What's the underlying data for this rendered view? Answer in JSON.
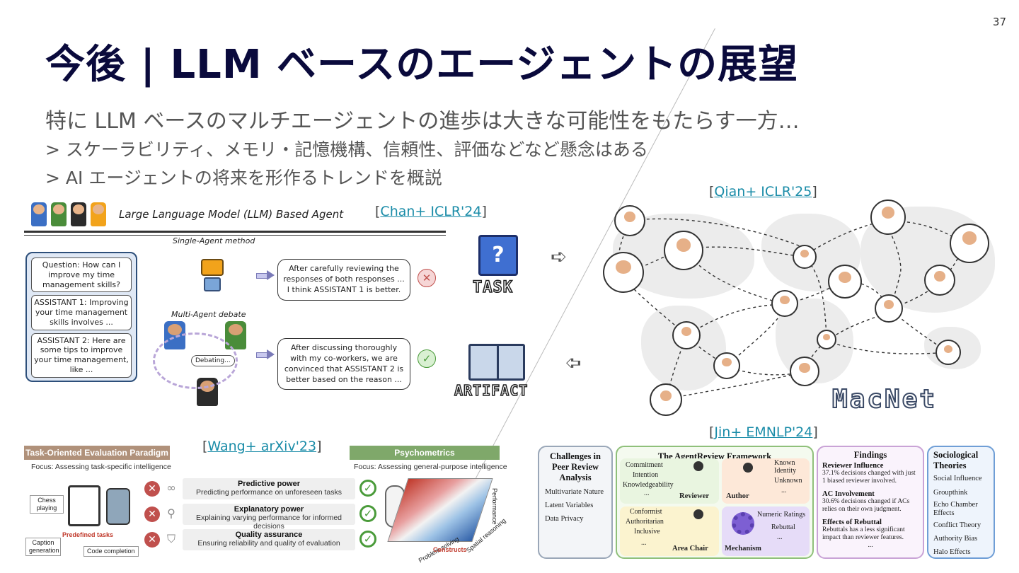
{
  "slide": {
    "number": "37",
    "title": "今後 | LLM ベースのエージェントの展望",
    "lead": "特に LLM ベースのマルチエージェントの進歩は大きな可能性をもたらす一方…",
    "bullets": [
      "> スケーラビリティ、メモリ・記憶機構、信頼性、評価などなど懸念はある",
      "> AI エージェントの将来を形作るトレンドを概説"
    ]
  },
  "citations": {
    "chan": {
      "open": "[",
      "text": "Chan+ ICLR'24",
      "close": "]"
    },
    "qian": {
      "open": "[",
      "text": "Qian+ ICLR'25",
      "close": "]"
    },
    "wang": {
      "open": "[",
      "text": "Wang+ arXiv'23",
      "close": "]"
    },
    "jin": {
      "open": "[",
      "text": "Jin+ EMNLP'24",
      "close": "]"
    }
  },
  "chan_figure": {
    "title": "Large Language Model (LLM) Based Agent",
    "single_label": "Single-Agent method",
    "multi_label": "Multi-Agent debate",
    "debating": "Debating...",
    "question": "Question: How can I improve my time management skills?",
    "assistant1": "ASSISTANT 1: Improving your time management skills involves ...",
    "assistant2": "ASSISTANT 2: Here are some tips to improve your time management, like ...",
    "single_result": "After carefully reviewing the responses of both responses ... I think ASSISTANT 1 is better.",
    "multi_result": "After discussing thoroughly with my co-workers, we are convinced that ASSISTANT 2 is better based on the reason ..."
  },
  "task_artifact": {
    "task": "TASK",
    "artifact": "ARTIFACT",
    "task_glyph": "?"
  },
  "macnet": {
    "label": "MacNet"
  },
  "wang_figure": {
    "left_header": "Task-Oriented Evaluation Paradigm",
    "left_focus": "Focus: Assessing task-specific intelligence",
    "right_header": "Psychometrics",
    "right_focus": "Focus: Assessing general-purpose intelligence",
    "tags": [
      "Chess playing",
      "Predefined tasks",
      "Caption generation",
      "Code completion"
    ],
    "rows": [
      {
        "title": "Predictive power",
        "text": "Predicting performance on unforeseen tasks"
      },
      {
        "title": "Explanatory power",
        "text": "Explaining varying performance for informed decisions"
      },
      {
        "title": "Quality assurance",
        "text": "Ensuring reliability and quality of evaluation"
      }
    ],
    "axis_performance": "Performance",
    "axis_problem": "Problem solving",
    "axis_spatial": "Spatial reasoning",
    "axis_constructs": "Constructs"
  },
  "jin_figure": {
    "challenges": {
      "title": "Challenges in Peer Review Analysis",
      "items": [
        "Multivariate Nature",
        "Latent Variables",
        "Data Privacy"
      ]
    },
    "framework": {
      "title": "The AgentReview Framework",
      "reviewer": {
        "label": "Reviewer",
        "traits": [
          "Commitment",
          "Intention",
          "Knowledgeability",
          "..."
        ]
      },
      "author": {
        "label": "Author",
        "traits": [
          "Known Identity",
          "Unknown",
          "..."
        ]
      },
      "area_chair": {
        "label": "Area Chair",
        "traits": [
          "Conformist",
          "Authoritarian",
          "Inclusive",
          "..."
        ]
      },
      "mechanism": {
        "label": "Mechanism",
        "traits": [
          "Numeric Ratings",
          "Rebuttal",
          "..."
        ]
      }
    },
    "findings": {
      "title": "Findings",
      "sections": [
        {
          "head": "Reviewer Influence",
          "text": "37.1% decisions changed with just 1 biased reviewer involved."
        },
        {
          "head": "AC Involvement",
          "text": "30.6% decisions changed if ACs relies on their own judgment."
        },
        {
          "head": "Effects of Rebuttal",
          "text": "Rebuttals has a less significant impact than reviewer features."
        }
      ],
      "ellipsis": "..."
    },
    "sociological": {
      "title": "Sociological Theories",
      "items": [
        "Social Influence",
        "Groupthink",
        "Echo Chamber Effects",
        "Conflict Theory",
        "Authority Bias",
        "Halo Effects"
      ]
    }
  },
  "colors": {
    "title": "#0a0a3c",
    "link": "#1a8ca8",
    "wang_left_header": "#b0917a",
    "wang_right_header": "#7fa86a",
    "jin_challenges_border": "#9aa7b8",
    "jin_framework_border": "#8fc07a",
    "jin_findings_border": "#c9a3d6",
    "jin_socio_border": "#6f9ed6"
  }
}
